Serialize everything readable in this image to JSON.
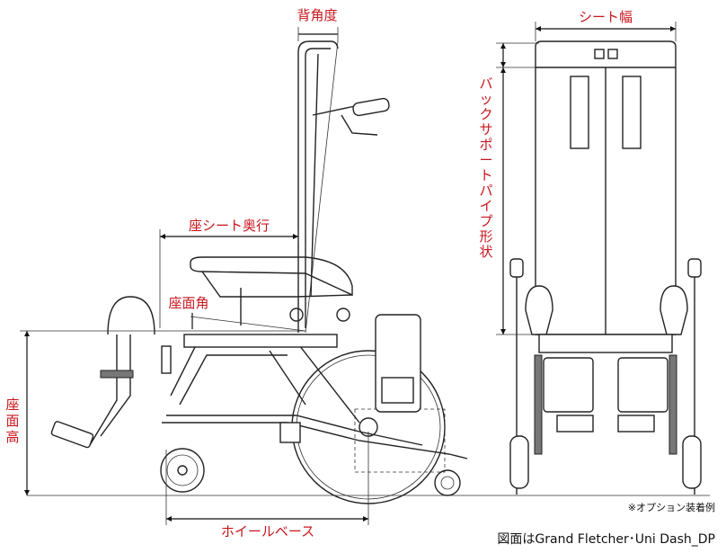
{
  "labels": {
    "back_angle": "背角度",
    "seat_depth": "座シート奥行",
    "seat_angle": "座面角",
    "seat_height": "座面高",
    "wheelbase": "ホイールベース",
    "seat_width": "シート幅",
    "back_pipe_shape": "バックサポートパイプ形状"
  },
  "note": "※オプション装着例",
  "caption": "図面はGrand Fletcher･Uni Dash_DP",
  "colors": {
    "label": "#c8161d",
    "line": "#222222",
    "bg": "#ffffff"
  }
}
